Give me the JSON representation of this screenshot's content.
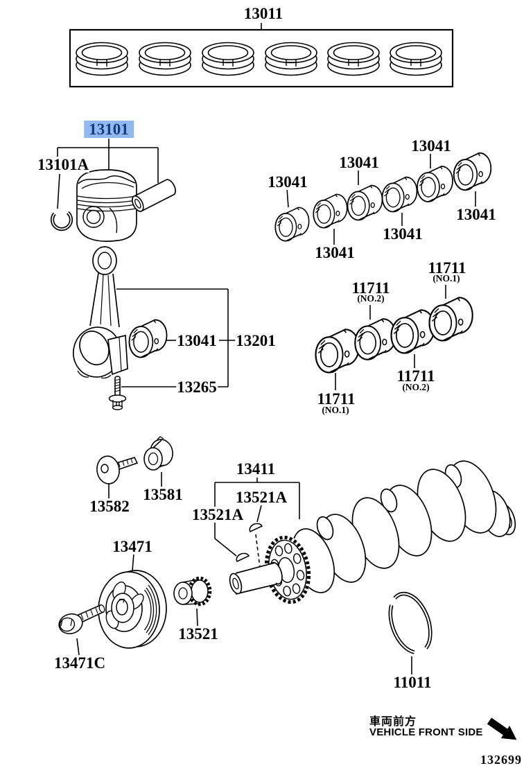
{
  "doc": {
    "number": "132699"
  },
  "highlight": {
    "bg": "#8fb9f0",
    "fg": "#15397c"
  },
  "parts": {
    "ring_set": "13011",
    "piston": "13101",
    "piston_pin_snap_ring": "13101A",
    "rod_bearing": "13041",
    "connecting_rod": "13201",
    "connecting_rod_bolt": "13265",
    "crankshaft_bearing": "11711",
    "bearing_pos_no1": "(NO.1)",
    "bearing_pos_no2": "(NO.2)",
    "crankshaft": "13411",
    "crankshaft_key": "13521A",
    "rotor_set_bolt": "13582",
    "balance_shaft_rotor": "13581",
    "crankshaft_pulley": "13471",
    "crankshaft_pulley_bolt": "13471C",
    "crankshaft_timing_gear": "13521",
    "crankshaft_thrust_washer": "11011"
  },
  "footer": {
    "vehicle_front_jp": "車両前方",
    "vehicle_front_en": "VEHICLE FRONT SIDE"
  }
}
